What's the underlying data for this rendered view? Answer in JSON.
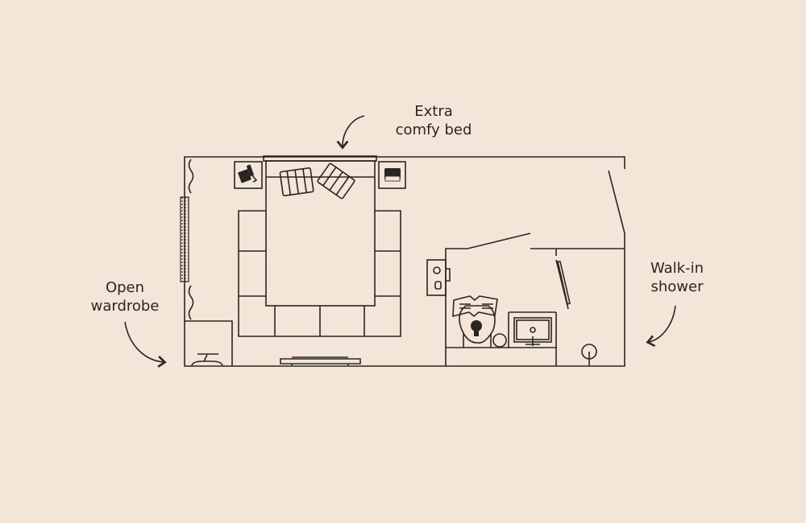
{
  "labels": {
    "bed": {
      "line1": "Extra",
      "line2": "comfy bed"
    },
    "wardrobe": {
      "line1": "Open",
      "line2": "wardrobe"
    },
    "shower": {
      "line1": "Walk-in",
      "line2": "shower"
    }
  },
  "colors": {
    "background": "#f3e6d8",
    "line": "#2b2522"
  }
}
